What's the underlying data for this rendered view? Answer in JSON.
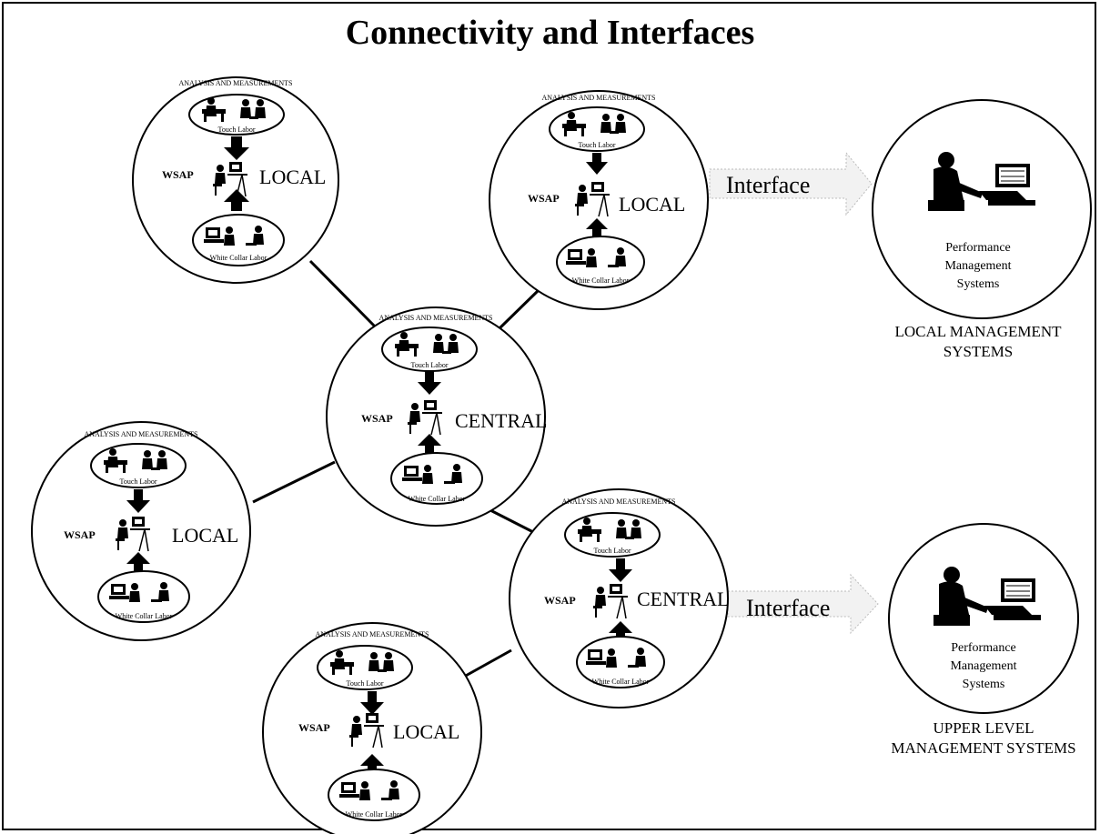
{
  "title": "Connectivity and Interfaces",
  "node_common": {
    "wsap_label": "WSAP",
    "top_group_label": "Touch Labor",
    "bottom_group_label": "White Collar Labor"
  },
  "nodes": [
    {
      "id": "local-1",
      "label": "LOCAL"
    },
    {
      "id": "local-2",
      "label": "LOCAL"
    },
    {
      "id": "central-1",
      "label": "CENTRAL"
    },
    {
      "id": "local-3",
      "label": "LOCAL"
    },
    {
      "id": "central-2",
      "label": "CENTRAL"
    },
    {
      "id": "local-4",
      "label": "LOCAL"
    }
  ],
  "interfaces": [
    {
      "id": "interface-1",
      "label": "Interface"
    },
    {
      "id": "interface-2",
      "label": "Interface"
    }
  ],
  "management_systems": [
    {
      "id": "pms-1",
      "lines": [
        "Performance",
        "Management",
        "Systems"
      ],
      "caption": [
        "LOCAL MANAGEMENT",
        "SYSTEMS"
      ]
    },
    {
      "id": "pms-2",
      "lines": [
        "Performance",
        "Management",
        "Systems"
      ],
      "caption": [
        "UPPER LEVEL",
        "MANAGEMENT SYSTEMS"
      ]
    }
  ],
  "icons": [
    "touch-labor-icon",
    "white-collar-labor-icon",
    "analyst-workstation-icon",
    "down-arrow-icon",
    "up-arrow-icon",
    "computer-operator-icon"
  ]
}
